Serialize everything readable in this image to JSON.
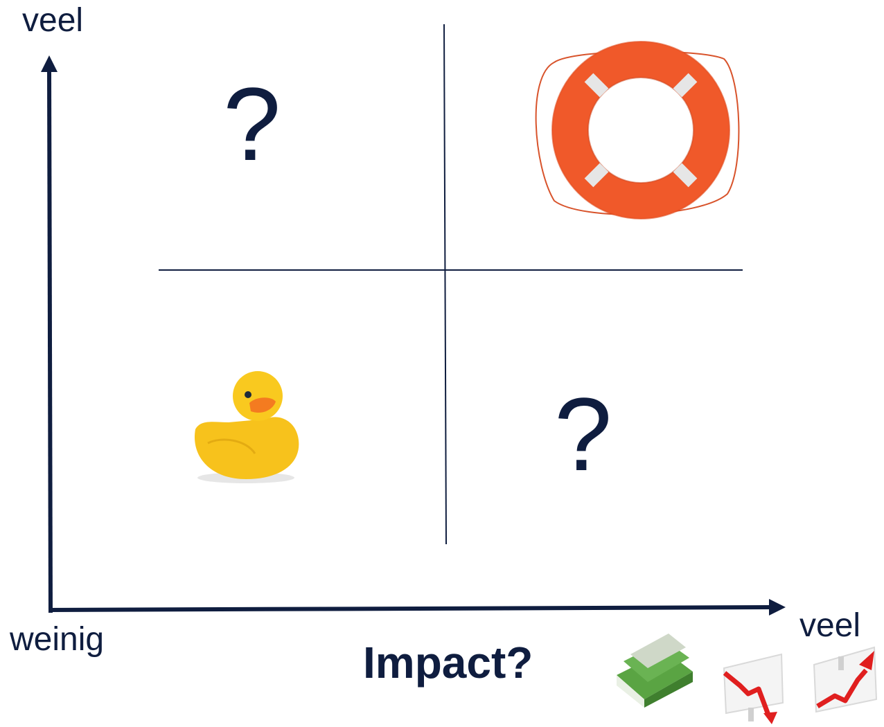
{
  "axes": {
    "y_high_label": "veel",
    "x_low_label": "weinig",
    "x_high_label": "veel",
    "x_title": "Impact?"
  },
  "quadrants": {
    "top_left": {
      "symbol": "?"
    },
    "top_right": {
      "icon": "lifebuoy-icon"
    },
    "bottom_left": {
      "icon": "rubber-duck-icon"
    },
    "bottom_right": {
      "symbol": "?"
    }
  },
  "impact_icons": [
    "money-stack-icon",
    "declining-chart-icon",
    "rising-chart-icon"
  ],
  "colors": {
    "axis": "#0f1d3f",
    "lifebuoy": "#f0592a",
    "duck": "#f7c21c",
    "duck_beak": "#f47b20",
    "arrow_red": "#e01f1f",
    "money_green": "#4f9a3a"
  }
}
